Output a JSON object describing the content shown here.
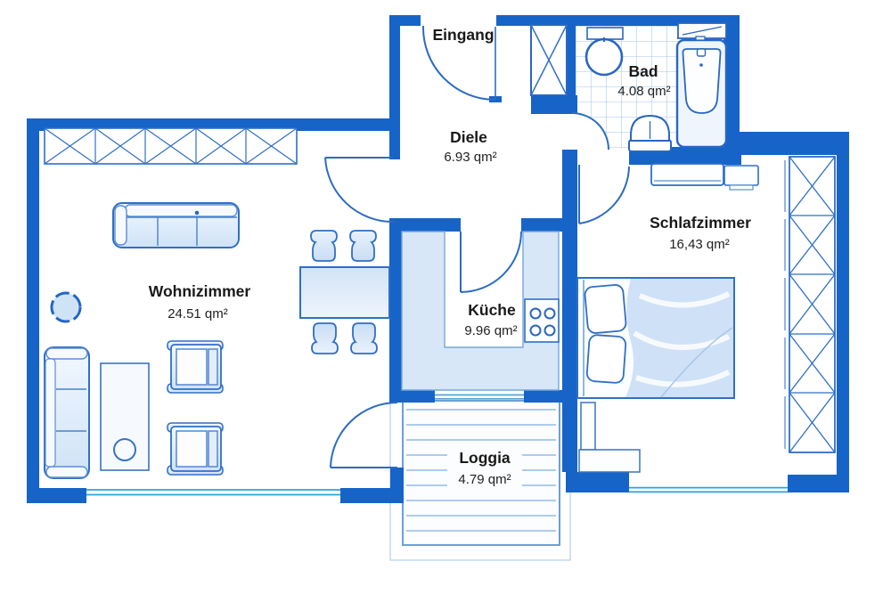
{
  "plan_title": "apartment-floor-plan",
  "rooms": [
    {
      "name": "Eingang",
      "area": ""
    },
    {
      "name": "Bad",
      "area": "4.08 qm²"
    },
    {
      "name": "Diele",
      "area": "6.93 qm²"
    },
    {
      "name": "Schlafzimmer",
      "area": "16,43 qm²"
    },
    {
      "name": "Wohnizimmer",
      "area": "24.51 qm²"
    },
    {
      "name": "Küche",
      "area": "9.96 qm²"
    },
    {
      "name": "Loggia",
      "area": "4.79 qm²"
    }
  ],
  "colors": {
    "wall_blue": "#1664c8",
    "furniture_outline": "#2f6fc6",
    "window_cyan": "#2aa4da",
    "light_fill": "#d7e7f8",
    "loggia_stripe": "#adcbee",
    "tile_grid": "#a6c6ec",
    "text": "#191919"
  },
  "furniture_icons": [
    "wardrobe-x-icon",
    "sofa-icon",
    "armchair-icon",
    "coffee-table-icon",
    "plant-icon",
    "dining-table-icon",
    "chair-icon",
    "kitchen-counter-icon",
    "stove-icon",
    "sink-icon",
    "toilet-icon",
    "bathtub-icon",
    "bed-icon",
    "sideboard-icon",
    "desk-icon",
    "duct-shaft-icon"
  ]
}
